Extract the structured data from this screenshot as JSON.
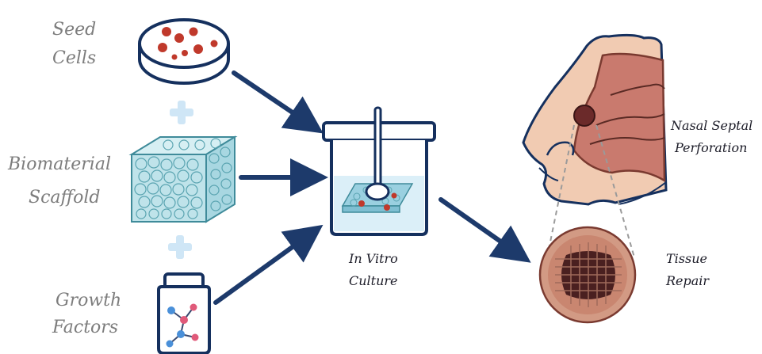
{
  "labels": {
    "seed_cells": [
      "Seed",
      "Cells"
    ],
    "biomaterial_scaffold": [
      "Biomaterial",
      "Scaffold"
    ],
    "growth_factors": [
      "Growth",
      "Factors"
    ],
    "in_vitro_culture": [
      "In Vitro",
      "Culture"
    ],
    "nasal_septal_perforation": [
      "Nasal Septal",
      "Perforation"
    ],
    "tissue_repair": [
      "Tissue",
      "Repair"
    ]
  },
  "colors": {
    "outline": "#15305e",
    "arrow": "#1d3a6b",
    "cell_red": "#c0392b",
    "plus_blue": "#cfe6f6",
    "scaffold": "#bfe3ea",
    "scaffold_line": "#3f8b9a",
    "skin": "#f1cbb2",
    "nasal_cavity": "#c97a6e",
    "tissue": "#b15f4d",
    "label_gray": "#7d7d7d"
  },
  "icons": [
    "petri-dish-icon",
    "plus-icon",
    "scaffold-cube-icon",
    "plus-icon",
    "growth-factor-bottle-icon",
    "culture-beaker-icon",
    "nose-profile-icon",
    "tissue-repair-icon"
  ]
}
